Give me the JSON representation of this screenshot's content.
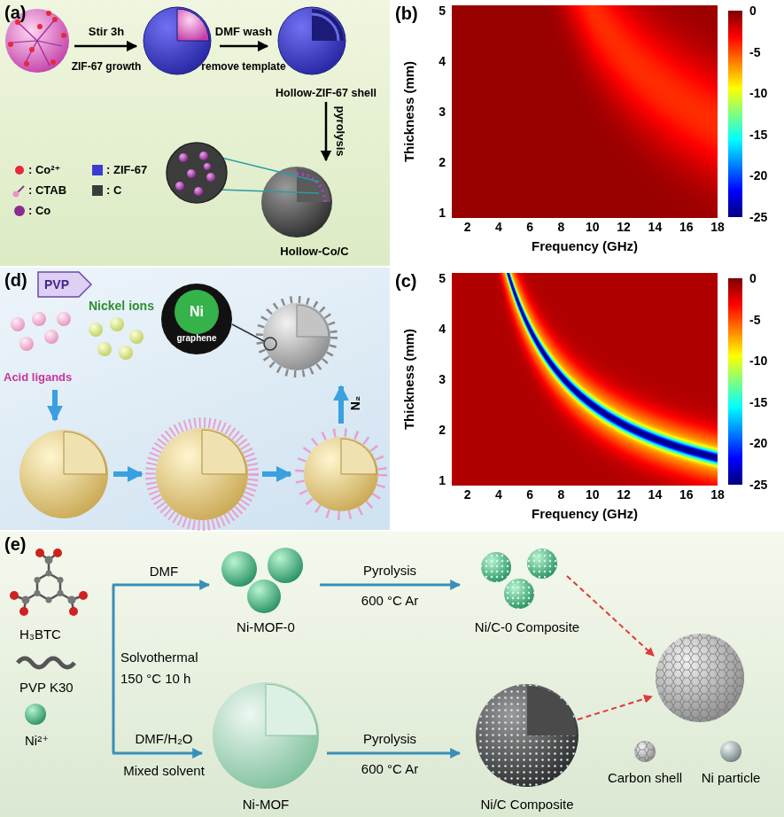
{
  "diagram": {
    "nodes": [
      {
        "text": [
          "(a)"
        ]
      },
      {
        "text": [
          "Hollow-ZIF-67 shell"
        ],
        "in": 0
      },
      {
        "text": [
          "Hollow-Co/C"
        ],
        "in": 0
      },
      {
        "text": [
          "(d)"
        ]
      },
      {
        "text": [
          "PVP"
        ],
        "in": 3
      },
      {
        "text": [
          "Ni",
          "graphene"
        ],
        "in": 3
      },
      {
        "text": [
          "(e)"
        ]
      },
      {
        "text": [
          "Ni-MOF-0"
        ],
        "in": 6
      },
      {
        "text": [
          "Ni/C-0 Composite"
        ],
        "in": 6
      },
      {
        "text": [
          "Ni-MOF"
        ],
        "in": 6
      },
      {
        "text": [
          "Ni/C Composite"
        ],
        "in": 6
      }
    ],
    "edges": [
      {
        "from": 1,
        "to": 2,
        "label": "pyrolysis",
        "arrow": "to"
      },
      {
        "from": 7,
        "to": 8,
        "label": "Pyrolysis",
        "arrow": "to"
      },
      {
        "from": 9,
        "to": 10,
        "label": "Pyrolysis",
        "arrow": "to"
      }
    ],
    "labels": [
      "Stir 3h",
      "ZIF-67 growth",
      "DMF wash",
      "remove template",
      "(b)",
      "Thickness (mm)",
      "5",
      "4",
      "3",
      "2",
      "1",
      "2",
      "4",
      "6",
      "8",
      "10",
      "12",
      "14",
      "16",
      "18",
      "Frequency (GHz)",
      "0",
      "-5",
      "-10",
      "-15",
      "-20",
      "-25",
      "(c)",
      "Thickness (mm)",
      "5",
      "4",
      "3",
      "2",
      "1",
      "2",
      "4",
      "6",
      "8",
      "10",
      "12",
      "14",
      "16",
      "18",
      "Frequency (GHz)",
      "0",
      "-5",
      "-10",
      "-15",
      "-20",
      "-25",
      "Nickel ions",
      "Acid ligands",
      "N₂",
      "H₃BTC",
      "PVP K30",
      "Ni²⁺",
      "DMF",
      "Solvothermal",
      "150 °C 10 h",
      "DMF/H₂O",
      "Mixed solvent",
      "600 °C Ar",
      "600 °C Ar",
      "Carbon shell",
      "Ni particle"
    ],
    "legend": [
      {
        "text": ": Co²⁺",
        "color": "#e8283c"
      },
      {
        "text": ": CTAB"
      },
      {
        "text": ": Co",
        "color": "#8b2c8f"
      },
      {
        "text": ": ZIF-67",
        "color": "#3b3bd4"
      },
      {
        "text": ": C",
        "color": "#3c3c3c"
      }
    ]
  }
}
